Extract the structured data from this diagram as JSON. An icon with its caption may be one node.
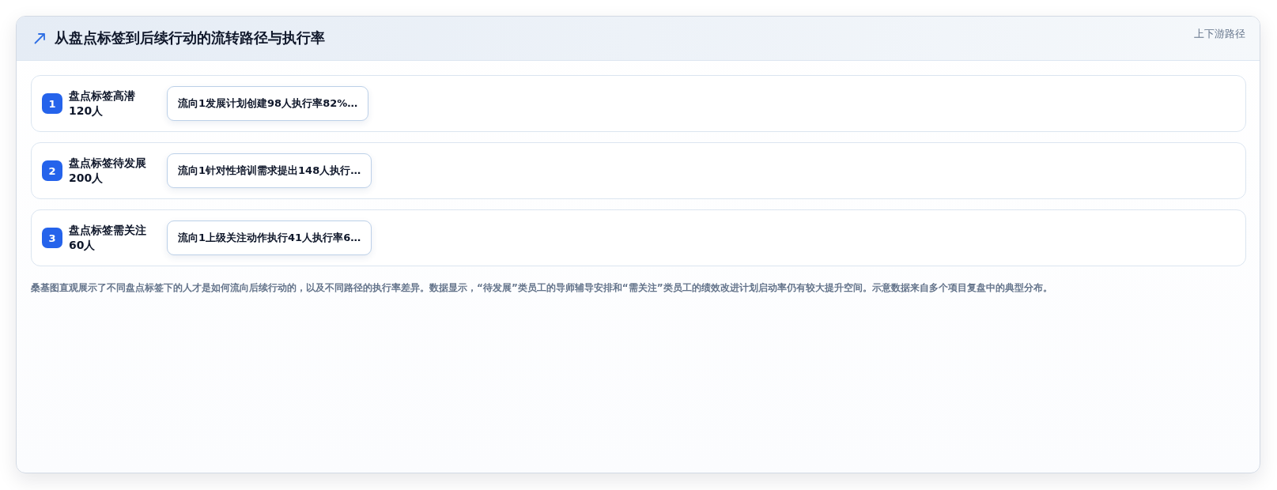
{
  "diagram": {
    "title": "从盘点标签到后续行动的流转路径与执行率",
    "caption": "桑基图直观展示了不同盘点标签下的人才是如何流向后续行动的，以及不同路径的执行率差异。数据显示，“待发展”类员工的导师辅导安排和“需关注”类员工的绩效改进计划启动率仍有较大提升空间。示意数据来自多个项目复盘中的典型分布。",
    "nodes": [
      {
        "text": [
          "盘点标签高潜",
          "120人"
        ]
      },
      {
        "text": [
          "1"
        ],
        "in": 0
      },
      {
        "text": [
          "流向1发展计划创建98人执行率82%…"
        ],
        "in": 0
      },
      {
        "text": [
          "盘点标签待发展",
          "200人"
        ]
      },
      {
        "text": [
          "2"
        ],
        "in": 3
      },
      {
        "text": [
          "流向1针对性培训需求提出148人执行…"
        ],
        "in": 3
      },
      {
        "text": [
          "盘点标签需关注",
          "60人"
        ]
      },
      {
        "text": [
          "3"
        ],
        "in": 6
      },
      {
        "text": [
          "流向1上级关注动作执行41人执行率6…"
        ],
        "in": 6
      }
    ],
    "labels": [
      "上下游路径"
    ]
  }
}
